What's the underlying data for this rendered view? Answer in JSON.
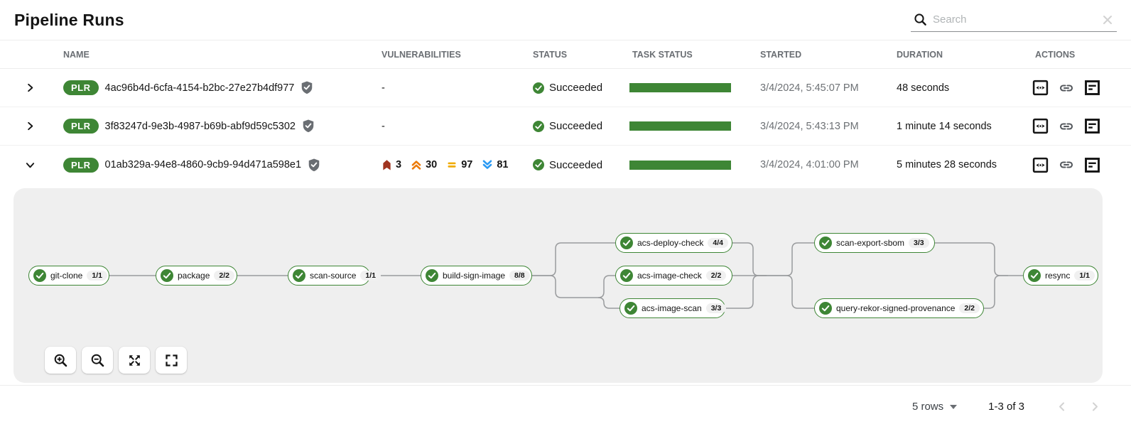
{
  "page": {
    "title": "Pipeline Runs"
  },
  "search": {
    "placeholder": "Search"
  },
  "table": {
    "columns": [
      "NAME",
      "VULNERABILITIES",
      "STATUS",
      "TASK STATUS",
      "STARTED",
      "DURATION",
      "ACTIONS"
    ],
    "empty_value": "-",
    "kind_badge": "PLR",
    "rows": [
      {
        "badge": "PLR",
        "name": "4ac96b4d-6cfa-4154-b2bc-27e27b4df977",
        "expanded": false,
        "vulnerabilities": null,
        "status": "Succeeded",
        "started": "3/4/2024, 5:45:07 PM",
        "duration": "48 seconds"
      },
      {
        "badge": "PLR",
        "name": "3f83247d-9e3b-4987-b69b-abf9d59c5302",
        "expanded": false,
        "vulnerabilities": null,
        "status": "Succeeded",
        "started": "3/4/2024, 5:43:13 PM",
        "duration": "1 minute 14 seconds"
      },
      {
        "badge": "PLR",
        "name": "01ab329a-94e8-4860-9cb9-94d471a598e1",
        "expanded": true,
        "vulnerabilities": {
          "critical": 3,
          "high": 30,
          "medium": 97,
          "low": 81
        },
        "status": "Succeeded",
        "started": "3/4/2024, 4:01:00 PM",
        "duration": "5 minutes 28 seconds"
      }
    ],
    "actions": [
      {
        "name": "view"
      },
      {
        "name": "link"
      },
      {
        "name": "logs"
      }
    ]
  },
  "graph": {
    "nodes": [
      {
        "id": "git-clone",
        "label": "git-clone",
        "badge": "1/1",
        "status": "Succeeded"
      },
      {
        "id": "package",
        "label": "package",
        "badge": "2/2",
        "status": "Succeeded"
      },
      {
        "id": "scan-source",
        "label": "scan-source",
        "badge": "1/1",
        "status": "Succeeded"
      },
      {
        "id": "build-sign-image",
        "label": "build-sign-image",
        "badge": "8/8",
        "status": "Succeeded"
      },
      {
        "id": "acs-deploy-check",
        "label": "acs-deploy-check",
        "badge": "4/4",
        "status": "Succeeded"
      },
      {
        "id": "acs-image-check",
        "label": "acs-image-check",
        "badge": "2/2",
        "status": "Succeeded"
      },
      {
        "id": "acs-image-scan",
        "label": "acs-image-scan",
        "badge": "3/3",
        "status": "Succeeded"
      },
      {
        "id": "scan-export-sbom",
        "label": "scan-export-sbom",
        "badge": "3/3",
        "status": "Succeeded"
      },
      {
        "id": "query-rekor-signed-provenance",
        "label": "query-rekor-signed-provenance",
        "badge": "2/2",
        "status": "Succeeded"
      },
      {
        "id": "resync",
        "label": "resync",
        "badge": "1/1",
        "status": "Succeeded"
      }
    ],
    "controls": [
      {
        "name": "zoom-in"
      },
      {
        "name": "zoom-out"
      },
      {
        "name": "fit-to-screen"
      },
      {
        "name": "reset-view"
      }
    ]
  },
  "footer": {
    "rows_per_page": "5 rows",
    "range_label": "1-3 of 3"
  },
  "colors": {
    "green": "#3e8635",
    "critical": "#a0341f",
    "high": "#ec7a08",
    "medium": "#f0ab00",
    "low": "#2b9af3",
    "gray-icon": "#6a6e73"
  }
}
